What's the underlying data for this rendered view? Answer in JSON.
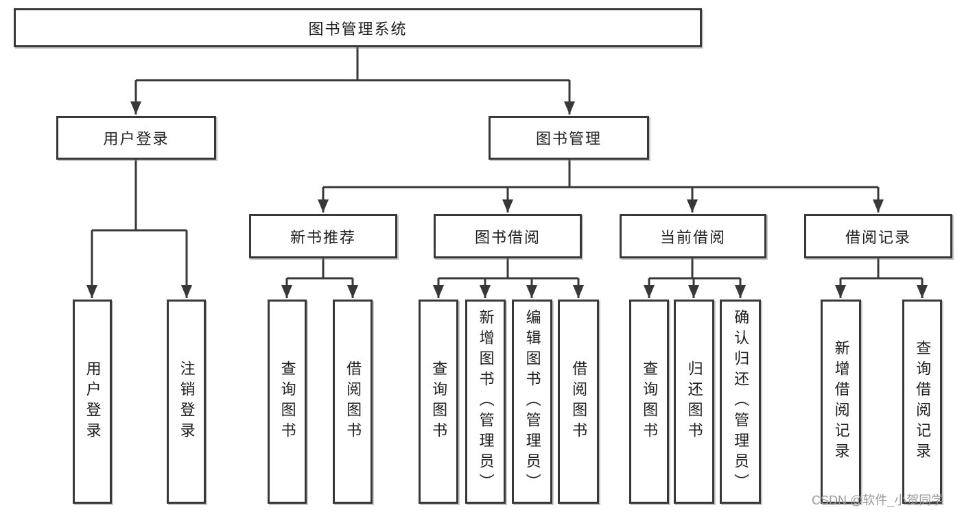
{
  "diagram": {
    "tree": {
      "label": "图书管理系统",
      "children": [
        {
          "label": "用户登录",
          "children": [
            {
              "label": "用户登录"
            },
            {
              "label": "注销登录"
            }
          ]
        },
        {
          "label": "图书管理",
          "children": [
            {
              "label": "新书推荐",
              "children": [
                {
                  "label": "查询图书"
                },
                {
                  "label": "借阅图书"
                }
              ]
            },
            {
              "label": "图书借阅",
              "children": [
                {
                  "label": "查询图书"
                },
                {
                  "label": "新增图书（管理员）"
                },
                {
                  "label": "编辑图书（管理员）"
                },
                {
                  "label": "借阅图书"
                }
              ]
            },
            {
              "label": "当前借阅",
              "children": [
                {
                  "label": "查询图书"
                },
                {
                  "label": "归还图书"
                },
                {
                  "label": "确认归还（管理员）"
                }
              ]
            },
            {
              "label": "借阅记录",
              "children": [
                {
                  "label": "新增借阅记录"
                },
                {
                  "label": "查询借阅记录"
                }
              ]
            }
          ]
        }
      ]
    },
    "colors": {
      "line": "#383838",
      "box_border": "#383838",
      "text": "#1f1f1f",
      "watermark": "#9b9b9b",
      "background": "#ffffff"
    }
  },
  "watermark": {
    "text": "CSDN @软件_小贺同学"
  }
}
